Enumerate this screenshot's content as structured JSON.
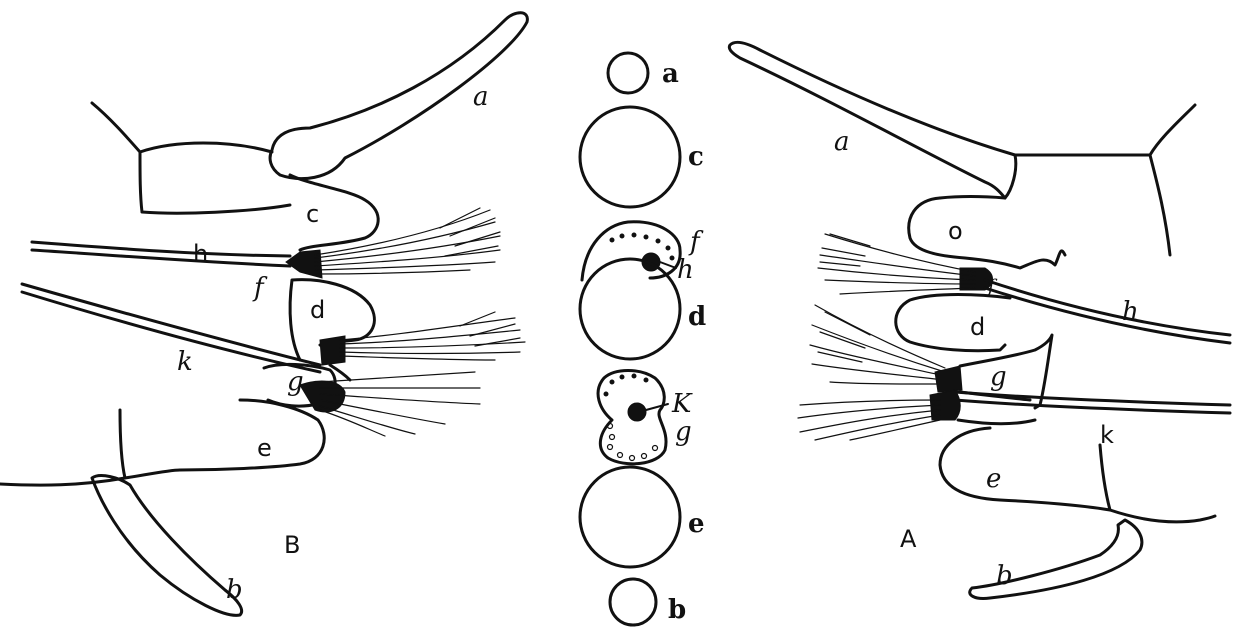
{
  "figure": {
    "panels": {
      "left": {
        "name": "B"
      },
      "right": {
        "name": "A"
      }
    },
    "labels": {
      "a": "a",
      "b": "b",
      "c": "c",
      "d": "d",
      "e": "e",
      "f": "f",
      "g": "g",
      "h": "h",
      "k": "k",
      "o": "o"
    },
    "middle_labels": {
      "a": "a",
      "c": "c",
      "f": "f",
      "h": "h",
      "d": "d",
      "k": "K",
      "g": "g",
      "e": "e",
      "b": "b"
    }
  }
}
